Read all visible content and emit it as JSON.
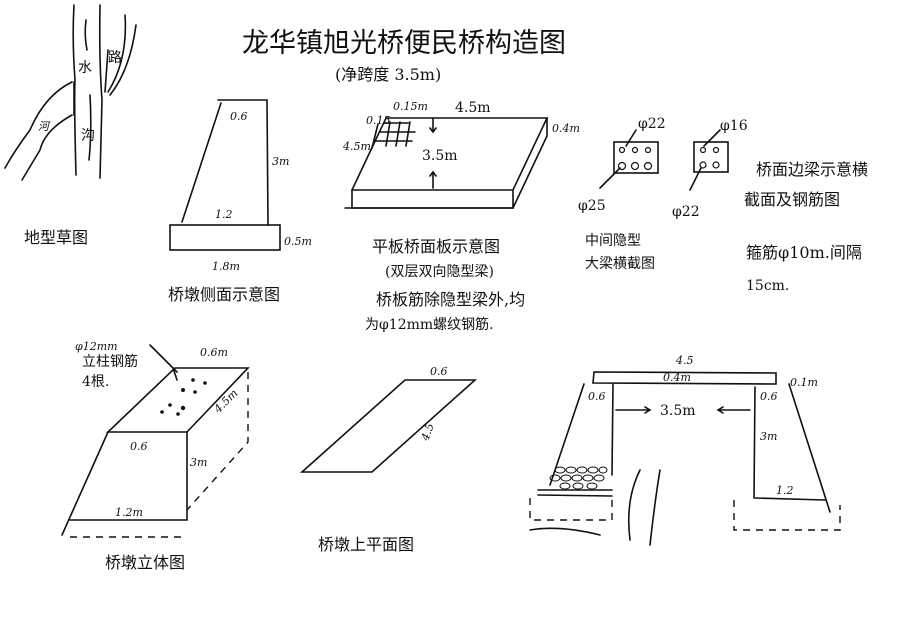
{
  "title": "龙华镇旭光桥便民桥构造图",
  "subtitle": "(净跨度 3.5m)",
  "terrain_sketch": {
    "labels": {
      "water": "水",
      "road": "路",
      "ditch": "沟",
      "river": "河"
    },
    "caption": "地型草图"
  },
  "pier_side_view": {
    "top_width": "0.6",
    "height": "3m",
    "bottom_width": "1.2",
    "footing_height": "0.5m",
    "footing_width": "1.8m",
    "caption": "桥墩侧面示意图"
  },
  "deck_slab": {
    "rebar_spacing_x": "0.15m",
    "rebar_spacing_y": "0.15",
    "grid_label": "4.5m",
    "length": "4.5m",
    "thickness": "0.4m",
    "span": "3.5m",
    "caption": "平板桥面板示意图",
    "caption_note": "(双层双向隐型梁)",
    "note_line1": "桥板筋除隐型梁外,均",
    "note_line2": "为φ12mm螺纹钢筋."
  },
  "beam_sections": {
    "middle_beam": {
      "top_bar": "φ22",
      "bottom_bar": "φ25",
      "caption_line1": "中间隐型",
      "caption_line2": "大梁横截图"
    },
    "edge_beam": {
      "top_bar": "φ16",
      "bottom_bar": "φ22"
    },
    "edge_caption_line1": "桥面边梁示意横",
    "edge_caption_line2": "截面及钢筋图",
    "stirrup_line1": "箍筋φ10m.间隔",
    "stirrup_line2": "15cm."
  },
  "pier_3d": {
    "rebar_note_line1": "φ12mm",
    "rebar_note_line2": "立柱钢筋",
    "rebar_note_line3": "4根.",
    "top_width": "0.6m",
    "length": "4.5m",
    "front_top": "0.6",
    "height": "3m",
    "bottom": "1.2m",
    "caption": "桥墩立体图"
  },
  "pier_top_plan": {
    "width": "0.6",
    "length": "4.5",
    "caption": "桥墩上平面图"
  },
  "elevation": {
    "deck_length": "4.5",
    "deck_thickness": "0.4m",
    "seat": "0.1m",
    "left_top": "0.6",
    "right_top": "0.6",
    "clear_span": "3.5m",
    "height": "3m",
    "bottom": "1.2"
  }
}
